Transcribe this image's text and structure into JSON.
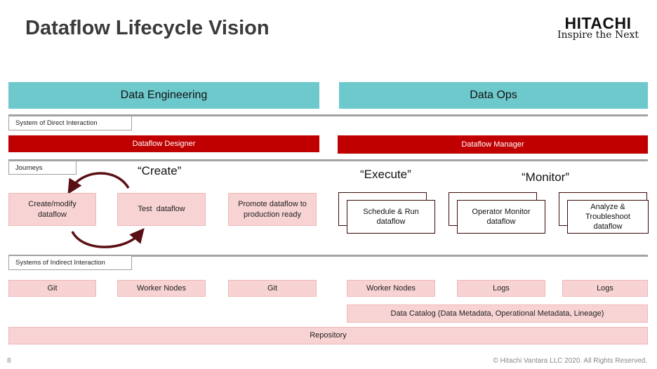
{
  "header": {
    "title": "Dataflow Lifecycle Vision",
    "logo_name": "HITACHI",
    "logo_tagline": "Inspire the Next"
  },
  "bands": {
    "left": "Data Engineering",
    "right": "Data Ops"
  },
  "tags": {
    "direct": "System of Direct Interaction",
    "journeys": "Journeys",
    "indirect": "Systems of Indirect Interaction"
  },
  "designer_bar": "Dataflow Designer",
  "manager_bar": "Dataflow Manager",
  "quotes": {
    "create": "“Create”",
    "execute": "“Execute”",
    "monitor": "“Monitor”"
  },
  "journeys": {
    "create_modify": "Create/modify dataflow",
    "test": "Test  dataflow",
    "promote": "Promote dataflow to production ready",
    "schedule": "Schedule & Run dataflow",
    "operator": "Operator Monitor dataflow",
    "analyze": "Analyze & Troubleshoot dataflow"
  },
  "systems": {
    "git1": "Git",
    "worker1": "Worker Nodes",
    "git2": "Git",
    "worker2": "Worker Nodes",
    "logs1": "Logs",
    "logs2": "Logs",
    "catalog": "Data Catalog (Data Metadata, Operational Metadata, Lineage)",
    "repository": "Repository"
  },
  "footer": {
    "page_number": "8",
    "copyright": "© Hitachi Vantara LLC 2020. All Rights Reserved."
  },
  "colors": {
    "teal": "#6ec9cd",
    "red": "#c00000",
    "pink": "#f8d3d3",
    "arrow": "#5a0f14"
  }
}
